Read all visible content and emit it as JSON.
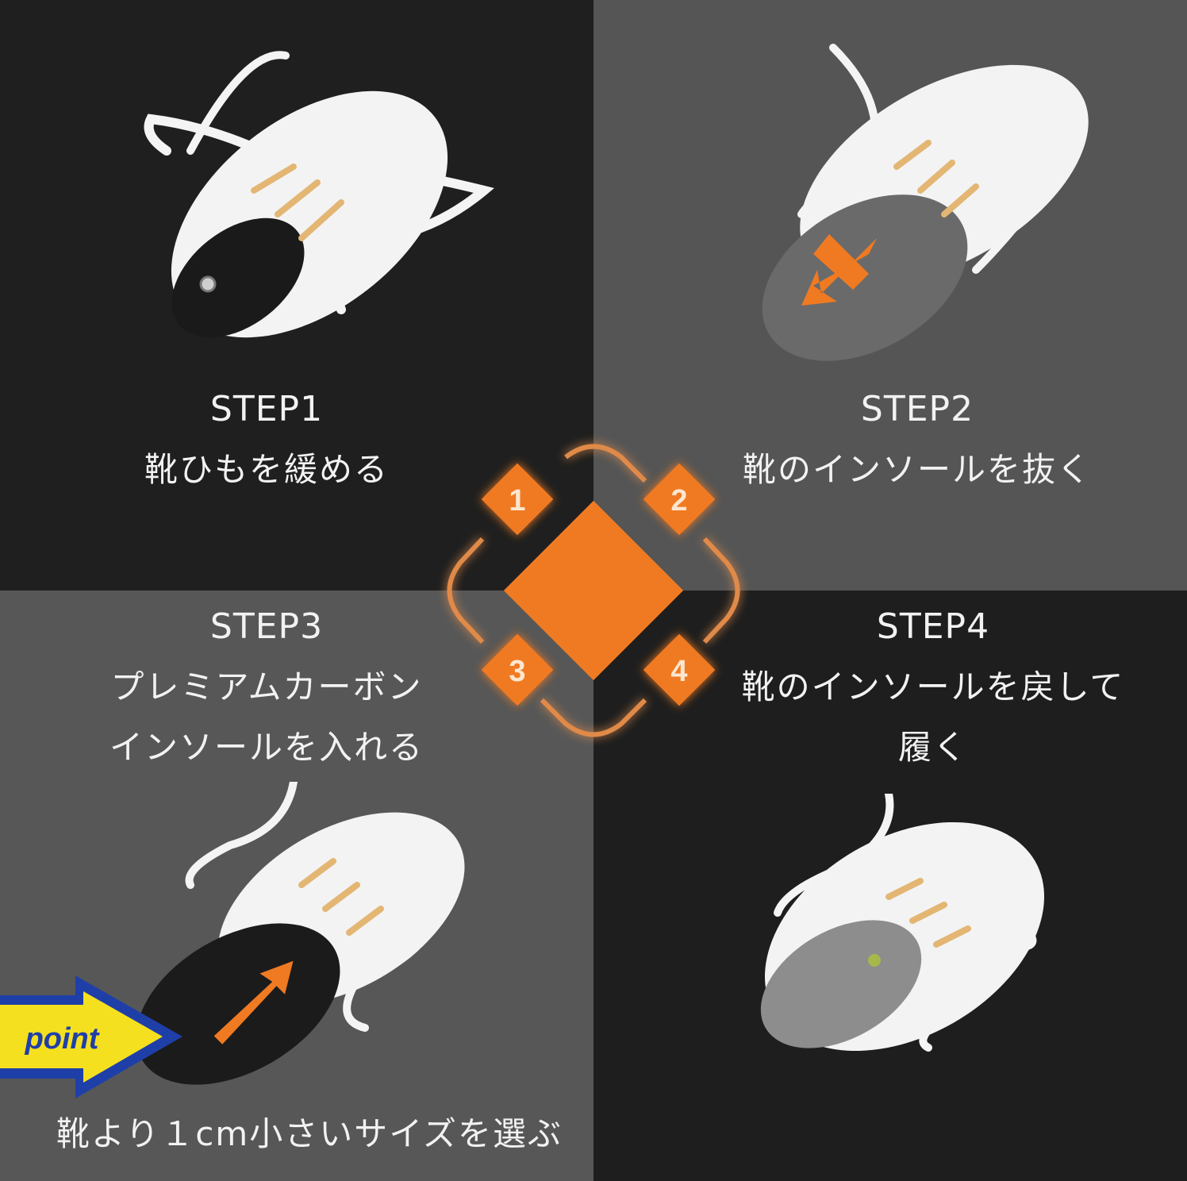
{
  "steps": [
    {
      "label": "STEP1",
      "lines": [
        "靴ひもを緩める"
      ]
    },
    {
      "label": "STEP2",
      "lines": [
        "靴のインソールを抜く"
      ]
    },
    {
      "label": "STEP3",
      "lines": [
        "プレミアムカーボン",
        "インソールを入れる"
      ]
    },
    {
      "label": "STEP4",
      "lines": [
        "靴のインソールを戻して",
        "履く"
      ]
    }
  ],
  "center_numbers": [
    "1",
    "2",
    "3",
    "4"
  ],
  "point": {
    "badge": "point",
    "note": "靴より１cm小さいサイズを選ぶ"
  },
  "colors": {
    "accent": "#f07a22",
    "badge": "#f5e01f",
    "badge_border": "#1f3fa8"
  }
}
